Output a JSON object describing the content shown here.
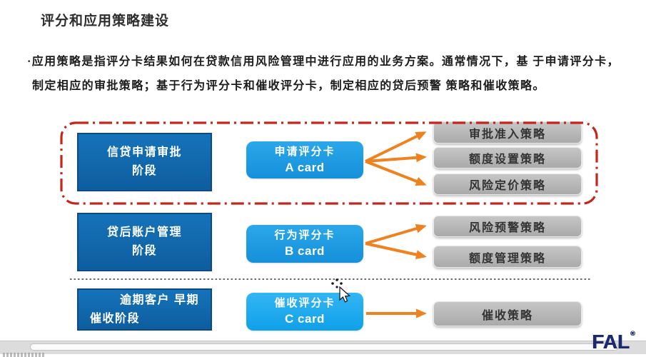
{
  "title": "评分和应用策略建设",
  "intro": {
    "line1": "·应用策略是指评分卡结果如何在贷款信用风险管理中进行应用的业务方案。通常情况下，基 于申请评分卡，",
    "line2": "制定相应的审批策略；基于行为评分卡和催收评分卡，制定相应的贷后预警 策略和催收策略。"
  },
  "diagram": {
    "rows": [
      {
        "highlighted": true,
        "stage_lines": [
          "信贷申请审批",
          "阶段"
        ],
        "card": {
          "name": "申请评分卡",
          "code": "A card"
        },
        "strategies": [
          "审批准入策略",
          "额度设置策略",
          "风险定价策略"
        ]
      },
      {
        "highlighted": false,
        "stage_lines": [
          "贷后账户管理",
          "阶段"
        ],
        "card": {
          "name": "行为评分卡",
          "code": "B card"
        },
        "strategies": [
          "风险预警策略",
          "额度管理策略"
        ]
      },
      {
        "highlighted": false,
        "stage_lines": [
          "逾期客户 早期",
          "催收阶段"
        ],
        "card": {
          "name": "催收评分卡",
          "code": "C card"
        },
        "strategies": [
          "催收策略"
        ]
      }
    ]
  },
  "logo": {
    "text": "FAL",
    "registered": "®"
  },
  "colors": {
    "stage_blue": "#0e5d9f",
    "card_blue": "#1d9ee6",
    "strategy_gray": "#b5b5b5",
    "arrow_orange": "#f0811f",
    "dashed_red": "#c4261c",
    "logo_navy": "#1b2a6e"
  }
}
